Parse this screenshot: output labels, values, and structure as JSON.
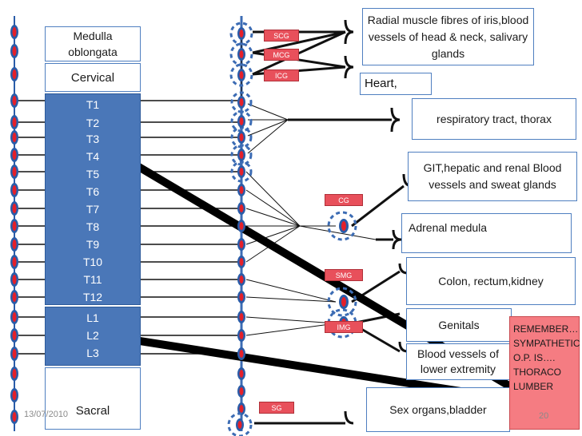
{
  "cns": {
    "medulla": "Medulla oblongata",
    "cervical": "Cervical",
    "thoracic": [
      "T1",
      "T2",
      "T3",
      "T4",
      "T5",
      "T6",
      "T7",
      "T8",
      "T9",
      "T10",
      "T11",
      "T12"
    ],
    "lumbar": [
      "L1",
      "L2",
      "L3"
    ],
    "sacral": "Sacral"
  },
  "ganglia": {
    "scg": "SCG",
    "mcg": "MCG",
    "icg": "ICG",
    "cg": "CG",
    "smg": "SMG",
    "img": "IMG",
    "sg": "SG"
  },
  "targets": {
    "iris": "Radial muscle fibres of iris,blood vessels of head & neck, salivary glands",
    "heart": "Heart,",
    "respiratory": "respiratory tract, thorax",
    "git": "GIT,hepatic and renal Blood vessels and sweat glands",
    "adrenal": "Adrenal medula",
    "colon": "Colon, rectum,kidney",
    "genitals": "Genitals",
    "lower_limb": "Blood vessels of lower extremity",
    "sex_organs": "Sex organs,bladder"
  },
  "note": "REMEMBER… SYMPATHETIC O.P. IS…. THORACO LUMBER",
  "footer": {
    "date": "13/07/2010",
    "page": "20"
  },
  "colors": {
    "segment_fill": "#4a77b8",
    "node_red": "#e4202a",
    "ganglion_tag": "#e8505b",
    "note_fill": "#f57c82"
  }
}
